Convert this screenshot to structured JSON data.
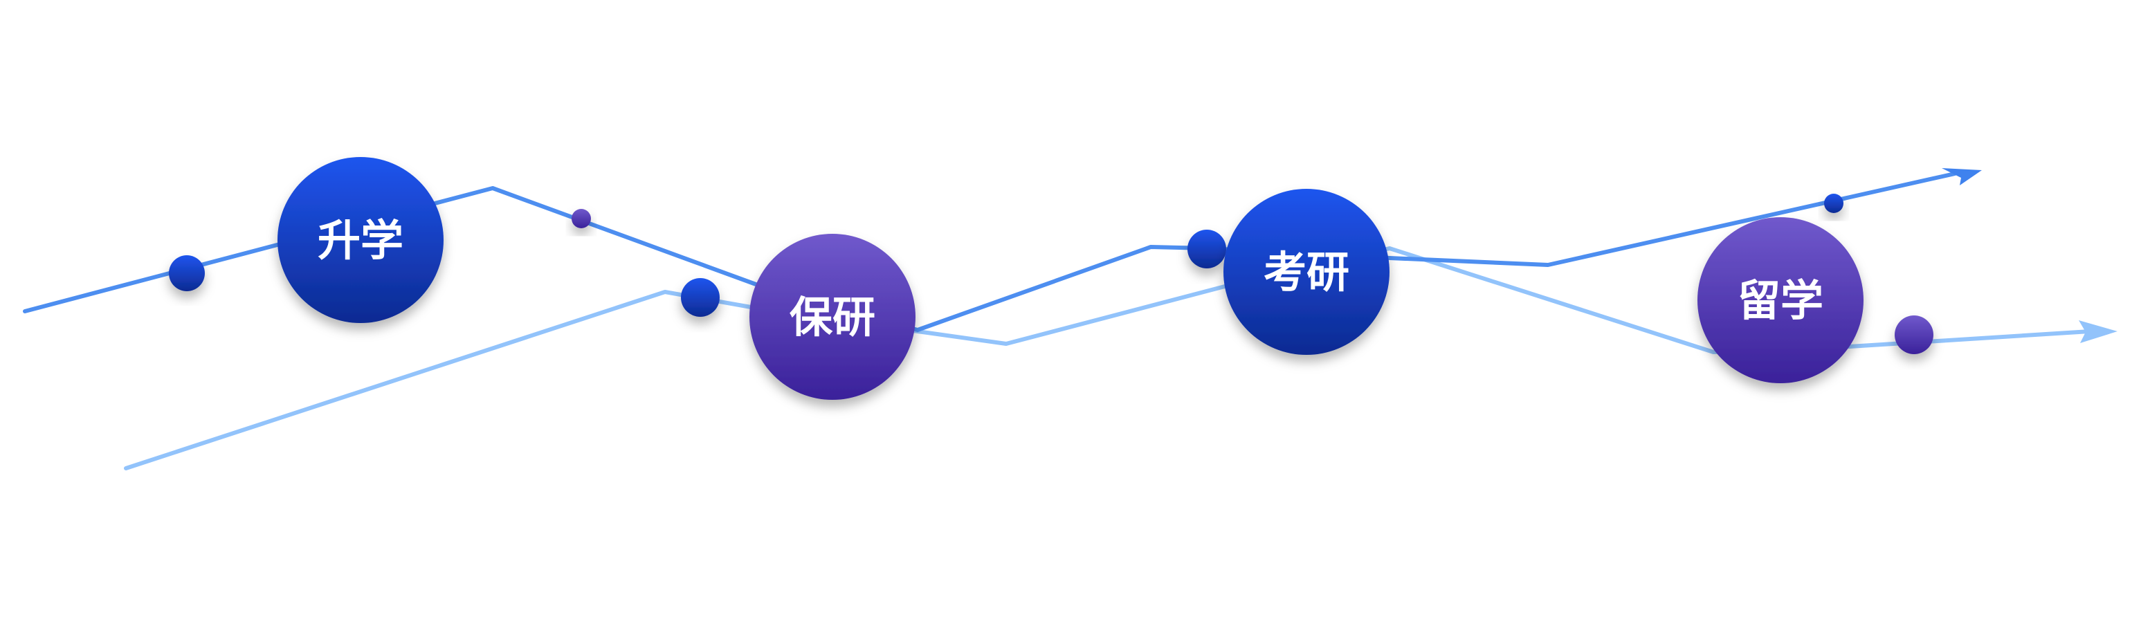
{
  "nodes": [
    {
      "label": "升学",
      "style": "blue"
    },
    {
      "label": "保研",
      "style": "purple"
    },
    {
      "label": "考研",
      "style": "blue"
    },
    {
      "label": "留学",
      "style": "purple"
    }
  ],
  "colors": {
    "line_primary": "#4d8ef0",
    "line_secondary": "#92c3fb",
    "blue_top": "#1f55ee",
    "blue_bottom": "#0d2a92",
    "purple_top": "#7059cc",
    "purple_bottom": "#3a219a"
  }
}
